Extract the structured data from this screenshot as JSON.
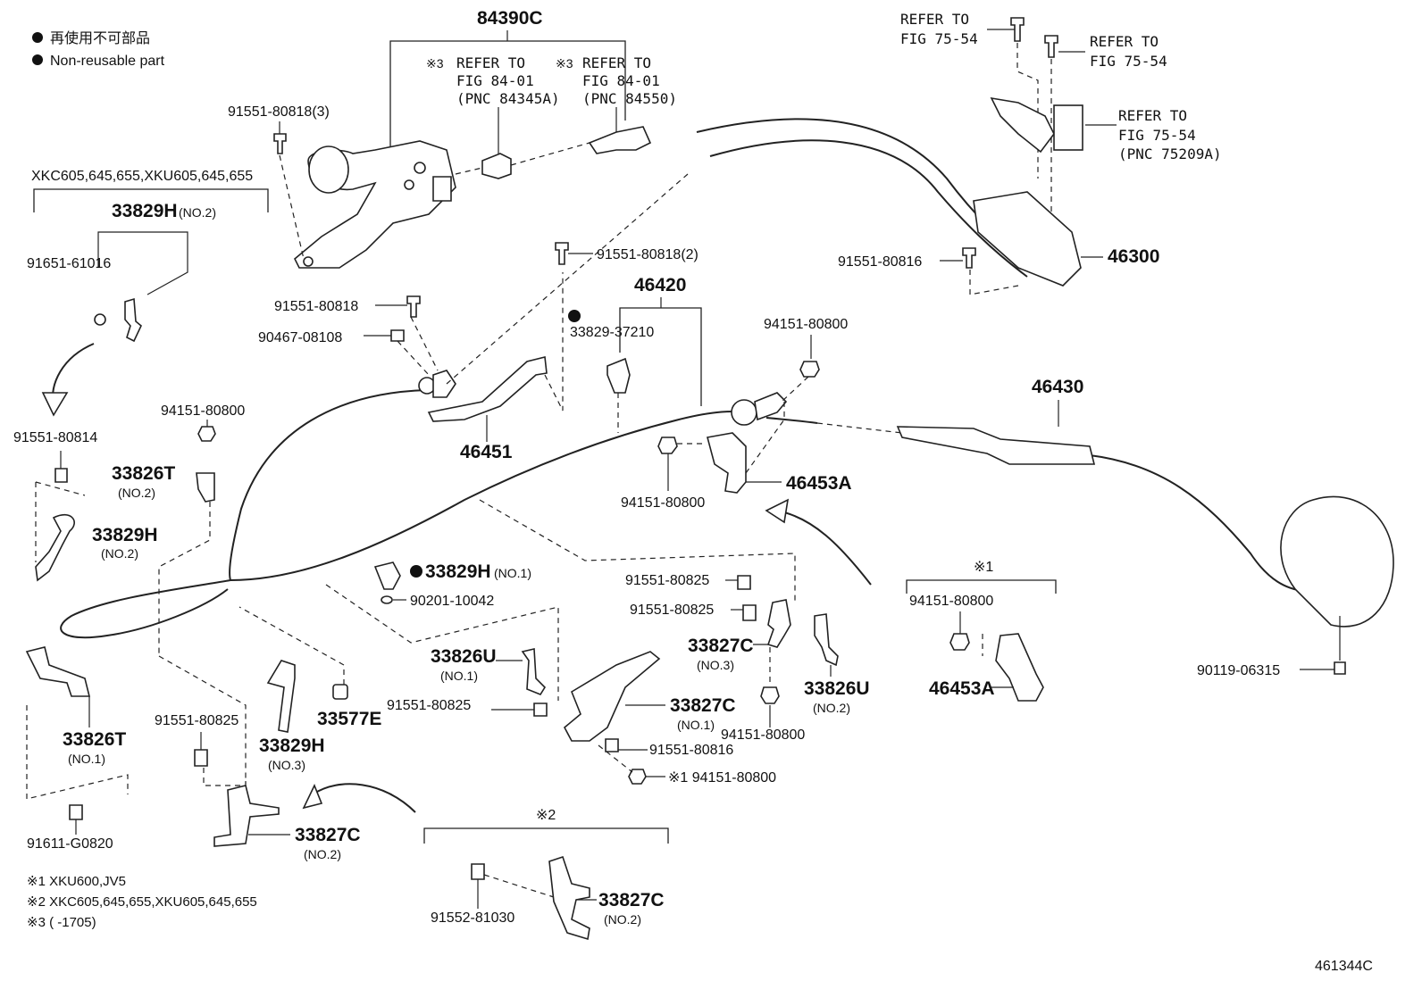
{
  "legend": {
    "jp": "再使用不可部品",
    "en": "Non-reusable part"
  },
  "drawing_id": "461344C",
  "footnotes": [
    "※1 XKU600,JV5",
    "※2 XKC605,645,655,XKU605,645,655",
    "※3 (        -1705)"
  ],
  "labels": {
    "p84390C": "84390C",
    "ref1_mark": "※3",
    "ref1_a": "REFER TO",
    "ref1_b": "FIG 84-01",
    "ref1_c": "(PNC 84345A)",
    "ref2_mark": "※3",
    "ref2_a": "REFER TO",
    "ref2_b": "FIG 84-01",
    "ref2_c": "(PNC 84550)",
    "p91551_80818_3": "91551-80818(3)",
    "variant_top": "XKC605,645,655,XKU605,645,655",
    "p33829H_no2_top": "33829H",
    "p33829H_no2_top_sub": "(NO.2)",
    "p91651": "91651-61016",
    "p91551_80814": "91551-80814",
    "p33829H_no2_left": "33829H",
    "p33829H_no2_left_sub": "(NO.2)",
    "p94151_left": "94151-80800",
    "p33826T_no2": "33826T",
    "p33826T_no2_sub": "(NO.2)",
    "p33826T_no1": "33826T",
    "p33826T_no1_sub": "(NO.1)",
    "p91611": "91611-G0820",
    "p91551_80825_left": "91551-80825",
    "p33829H_no3": "33829H",
    "p33829H_no3_sub": "(NO.3)",
    "p33577E": "33577E",
    "p33827C_no2_left": "33827C",
    "p33827C_no2_left_sub": "(NO.2)",
    "p91551_80818": "91551-80818",
    "p90467": "90467-08108",
    "p46451": "46451",
    "p91551_80818_2": "91551-80818(2)",
    "p33829_37210": "33829-37210",
    "p46420": "46420",
    "p33829H_no1": "33829H",
    "p33829H_no1_sub": "(NO.1)",
    "p90201": "90201-10042",
    "p33826U_no1": "33826U",
    "p33826U_no1_sub": "(NO.1)",
    "p91551_80825_mid": "91551-80825",
    "p33827C_no1": "33827C",
    "p33827C_no1_sub": "(NO.1)",
    "p91551_80816_mid": "91551-80816",
    "p94151_star1": "※1 94151-80800",
    "p91551_80825_a": "91551-80825",
    "p91551_80825_b": "91551-80825",
    "p33827C_no3": "33827C",
    "p33827C_no3_sub": "(NO.3)",
    "p33826U_no2": "33826U",
    "p33826U_no2_sub": "(NO.2)",
    "p94151_center": "94151-80800",
    "p94151_80800_46453": "94151-80800",
    "p46453A": "46453A",
    "p94151_topmid": "94151-80800",
    "ref3_a": "REFER TO",
    "ref3_b": "FIG 75-54",
    "ref4_a": "REFER TO",
    "ref4_b": "FIG 75-54",
    "ref5_a": "REFER TO",
    "ref5_b": "FIG 75-54",
    "ref5_c": "(PNC 75209A)",
    "p91551_80816_right": "91551-80816",
    "p46300": "46300",
    "p46430": "46430",
    "star1_group": "※1",
    "p94151_star1_group": "94151-80800",
    "p46453A_2": "46453A",
    "p90119": "90119-06315",
    "star2_group": "※2",
    "p91552": "91552-81030",
    "p33827C_no2_bottom": "33827C",
    "p33827C_no2_bottom_sub": "(NO.2)"
  }
}
